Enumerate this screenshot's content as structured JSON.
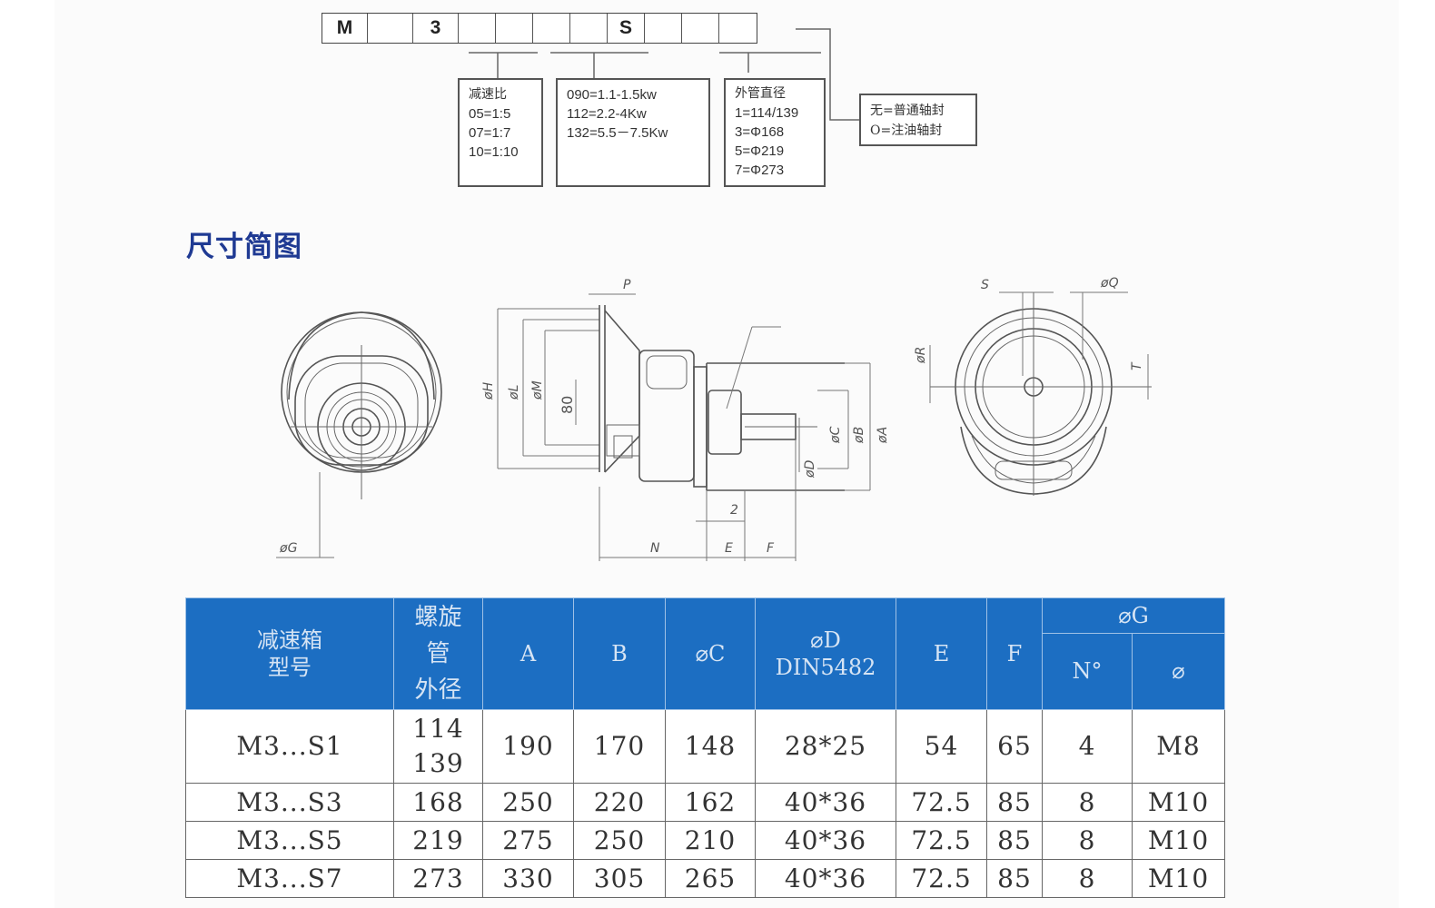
{
  "model_code": {
    "cells": [
      "M",
      "",
      "3",
      "",
      "",
      "",
      "",
      "S",
      "",
      "",
      ""
    ],
    "ratio_box": {
      "title": "减速比",
      "lines": [
        "05=1:5",
        "07=1:7",
        "10=1:10"
      ]
    },
    "power_box": {
      "lines": [
        "090=1.1-1.5kw",
        "112=2.2-4Kw",
        "132=5.5－7.5Kw"
      ]
    },
    "pipe_box": {
      "title": "外管直径",
      "lines": [
        "1=114/139",
        "3=Φ168",
        "5=Φ219",
        "7=Φ273"
      ]
    },
    "seal_box": {
      "lines": [
        "无=普通轴封",
        "O=注油轴封"
      ]
    }
  },
  "section_title": "尺寸简图",
  "drawing_labels": {
    "P": "P",
    "H": "øH",
    "L": "øL",
    "M": "øM",
    "eighty": "80",
    "C": "øC",
    "B": "øB",
    "A": "øA",
    "D": "øD",
    "two": "2",
    "N": "N",
    "E": "E",
    "F": "F",
    "G": "øG",
    "S": "S",
    "Q": "øQ",
    "R": "øR",
    "T": "T"
  },
  "table": {
    "headers": {
      "model": [
        "减速箱",
        "型号"
      ],
      "pipe": [
        "螺旋",
        "管",
        "外径"
      ],
      "A": "A",
      "B": "B",
      "C": "⌀C",
      "D": [
        "⌀D",
        "DIN5482"
      ],
      "E": "E",
      "F": "F",
      "G": "⌀G",
      "G_n": "N°",
      "G_d": "⌀"
    },
    "rows": [
      {
        "model": "M3...S1",
        "pipe": [
          "114",
          "139"
        ],
        "A": "190",
        "B": "170",
        "C": "148",
        "D": "28*25",
        "E": "54",
        "F": "65",
        "n": "4",
        "g": "M8"
      },
      {
        "model": "M3...S3",
        "pipe": [
          "168"
        ],
        "A": "250",
        "B": "220",
        "C": "162",
        "D": "40*36",
        "E": "72.5",
        "F": "85",
        "n": "8",
        "g": "M10"
      },
      {
        "model": "M3...S5",
        "pipe": [
          "219"
        ],
        "A": "275",
        "B": "250",
        "C": "210",
        "D": "40*36",
        "E": "72.5",
        "F": "85",
        "n": "8",
        "g": "M10"
      },
      {
        "model": "M3...S7",
        "pipe": [
          "273"
        ],
        "A": "330",
        "B": "305",
        "C": "265",
        "D": "40*36",
        "E": "72.5",
        "F": "85",
        "n": "8",
        "g": "M10"
      }
    ]
  }
}
